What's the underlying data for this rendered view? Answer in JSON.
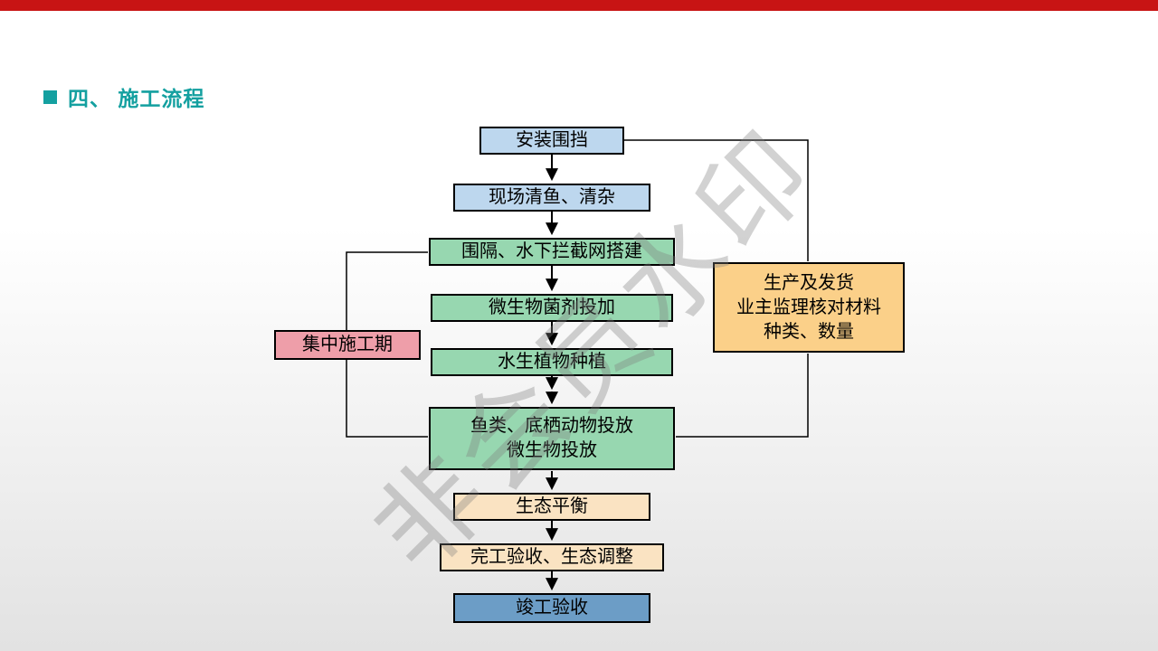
{
  "slide": {
    "title": "四、 施工流程"
  },
  "watermark": "非会员水印",
  "colors": {
    "top_bar": "#C81414",
    "title": "#14A0A0",
    "blue_node": "#BDD7EE",
    "green_node": "#97D7B0",
    "tan_node": "#FAE3C2",
    "dark_blue_node": "#6C9DC6",
    "pink_node": "#EE9EA9",
    "orange_node": "#FBD089"
  },
  "flow": {
    "main_nodes": [
      {
        "label": "安装围挡"
      },
      {
        "label": "现场清鱼、清杂"
      },
      {
        "label": "围隔、水下拦截网搭建"
      },
      {
        "label": "微生物菌剂投加"
      },
      {
        "label": "水生植物种植"
      },
      {
        "label": "鱼类、底栖动物投放\n微生物投放"
      },
      {
        "label": "生态平衡"
      },
      {
        "label": "完工验收、生态调整"
      },
      {
        "label": "竣工验收"
      }
    ],
    "side_left": {
      "label": "集中施工期"
    },
    "side_right": {
      "label": "生产及发货\n业主监理核对材料\n种类、数量"
    }
  }
}
